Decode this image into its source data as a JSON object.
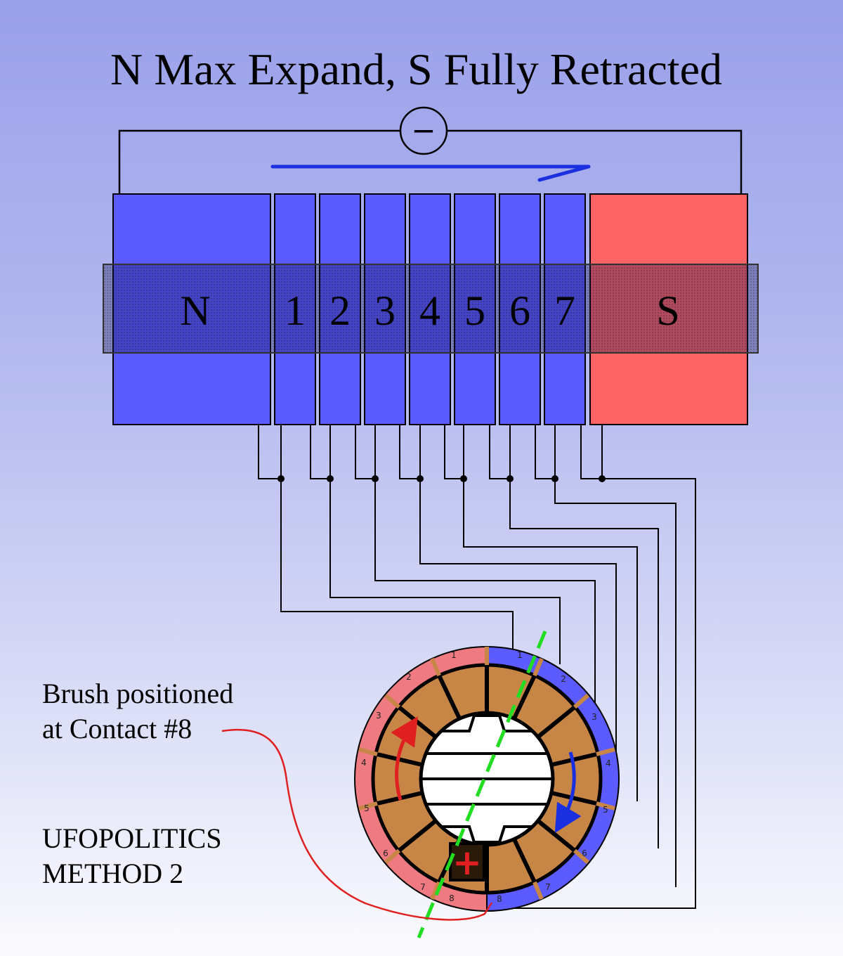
{
  "title": "N Max Expand, S Fully Retracted",
  "supply_symbol": "−",
  "magnet": {
    "north_label": "N",
    "south_label": "S",
    "coil_labels": [
      "1",
      "2",
      "3",
      "4",
      "5",
      "6",
      "7"
    ]
  },
  "commutator": {
    "brush_symbol": "+",
    "left_segment_numbers": [
      "1",
      "2",
      "3",
      "4",
      "5",
      "6",
      "7"
    ],
    "right_segment_numbers": [
      "1",
      "2",
      "3",
      "4",
      "5",
      "6",
      "7"
    ],
    "bottom_segment_numbers": [
      "8",
      "8"
    ]
  },
  "annotations": {
    "brush_note": "Brush positioned\nat Contact #8",
    "method_note": "UFOPOLITICS\nMETHOD 2"
  },
  "colors": {
    "north_pole": "#5b5bff",
    "coil": "#5b5bff",
    "south_pole": "#ff6464",
    "commutator_segment": "#c88646",
    "arrow_top": "#1a2fe0",
    "arrow_ccw": "#e02020",
    "arrow_cw": "#1a2fe0",
    "brush_alignment_line": "#22dd22"
  }
}
